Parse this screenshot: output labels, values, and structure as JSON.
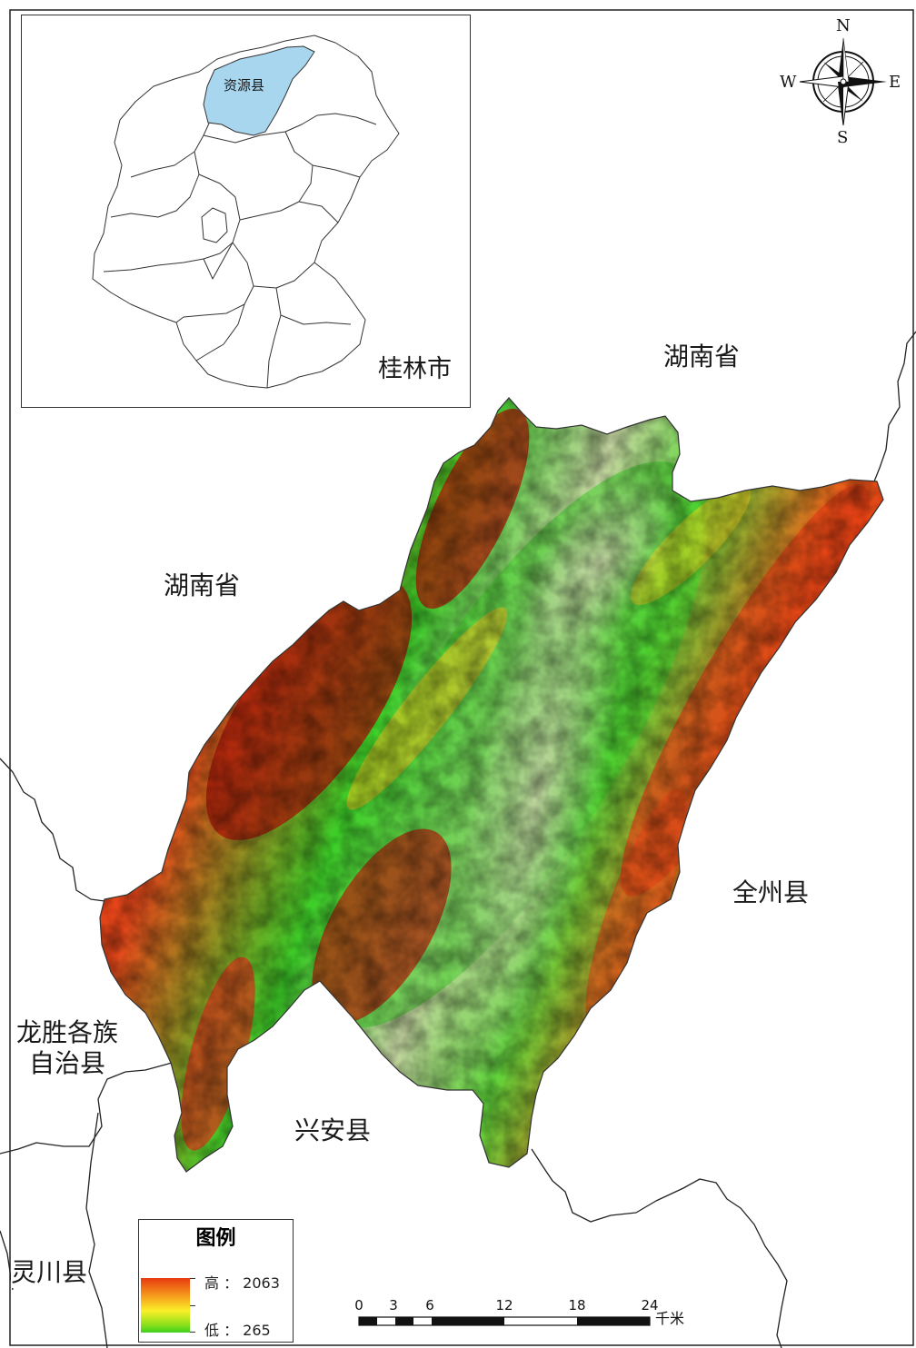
{
  "map": {
    "labels": {
      "hunan_top": "湖南省",
      "hunan_left": "湖南省",
      "quanzhou": "全州县",
      "longsheng_line1": "龙胜各族",
      "longsheng_line2": "自治县",
      "xingan": "兴安县",
      "lingchuan": "灵川县"
    },
    "elevation_colors": {
      "high": "#c81e0a",
      "mid": "#f4d21c",
      "low": "#34c81a",
      "valley": "#b8c890"
    }
  },
  "inset": {
    "city_label": "桂林市",
    "county_label": "资源县",
    "highlight_color": "#a9d6ef"
  },
  "compass": {
    "n": "N",
    "s": "S",
    "w": "W",
    "e": "E",
    "icon": "north-arrow-compass-rose"
  },
  "legend": {
    "title": "图例",
    "high_label": "高 ： 2063",
    "low_label": "低 ： 265",
    "ramp_colors": [
      "#e83a10",
      "#f6a21e",
      "#fbf028",
      "#8fe01a",
      "#3fd01f"
    ]
  },
  "scalebar": {
    "ticks": [
      "0",
      "3",
      "6",
      "12",
      "18",
      "24"
    ],
    "unit": "千米"
  }
}
